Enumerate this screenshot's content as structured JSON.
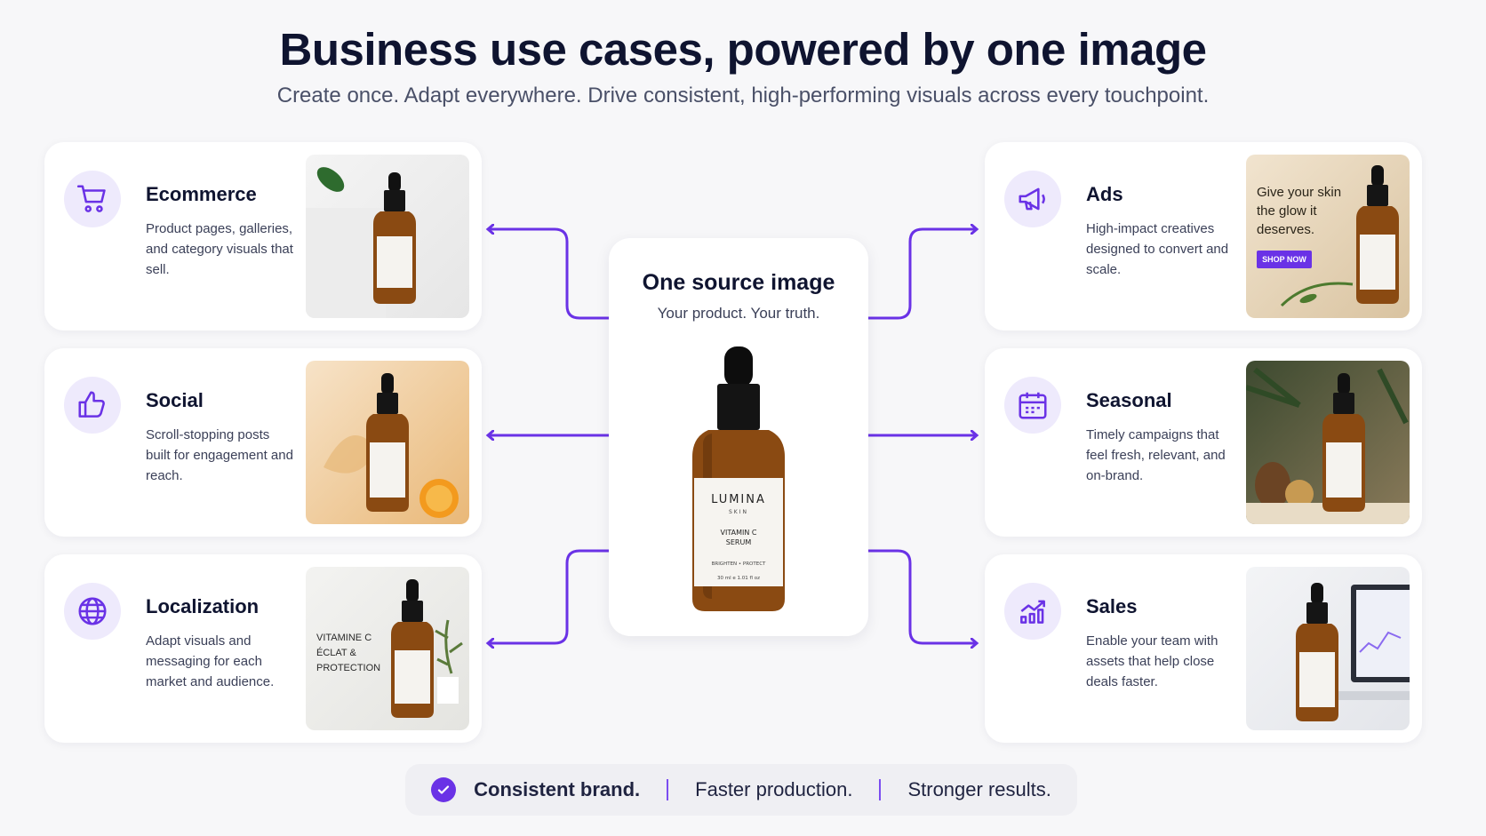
{
  "header": {
    "title": "Business use cases, powered by one image",
    "subtitle": "Create once. Adapt everywhere. Drive consistent, high-performing visuals across every touchpoint."
  },
  "center": {
    "title": "One source image",
    "subtitle": "Your product. Your truth.",
    "bottle_brand": "LUMINA",
    "bottle_sub": "SKIN",
    "bottle_product_1": "VITAMIN C",
    "bottle_product_2": "SERUM",
    "bottle_tagline": "BRIGHTEN • PROTECT",
    "bottle_size": "30 ml e 1.01 fl oz"
  },
  "cards": {
    "ecommerce": {
      "title": "Ecommerce",
      "desc": "Product pages, galleries, and category visuals that sell.",
      "icon": "cart-icon"
    },
    "social": {
      "title": "Social",
      "desc": "Scroll-stopping posts built for engagement and reach.",
      "icon": "thumbs-up-icon"
    },
    "localization": {
      "title": "Localization",
      "desc": "Adapt visuals and messaging for each market and audience.",
      "icon": "globe-icon",
      "thumb_text": "VITAMINE C ÉCLAT & PROTECTION"
    },
    "ads": {
      "title": "Ads",
      "desc": "High-impact creatives designed to convert and scale.",
      "icon": "megaphone-icon",
      "thumb_text": "Give your skin the glow it deserves.",
      "thumb_button": "SHOP NOW"
    },
    "seasonal": {
      "title": "Seasonal",
      "desc": "Timely campaigns that feel fresh, relevant, and on-brand.",
      "icon": "calendar-icon"
    },
    "sales": {
      "title": "Sales",
      "desc": "Enable your team with assets that help close deals faster.",
      "icon": "chart-icon"
    }
  },
  "footer": {
    "item1": "Consistent brand.",
    "item2": "Faster production.",
    "item3": "Stronger results."
  },
  "colors": {
    "accent": "#6a32e6",
    "icon_bg": "#eeeafc",
    "amber": "#8a4a12"
  }
}
